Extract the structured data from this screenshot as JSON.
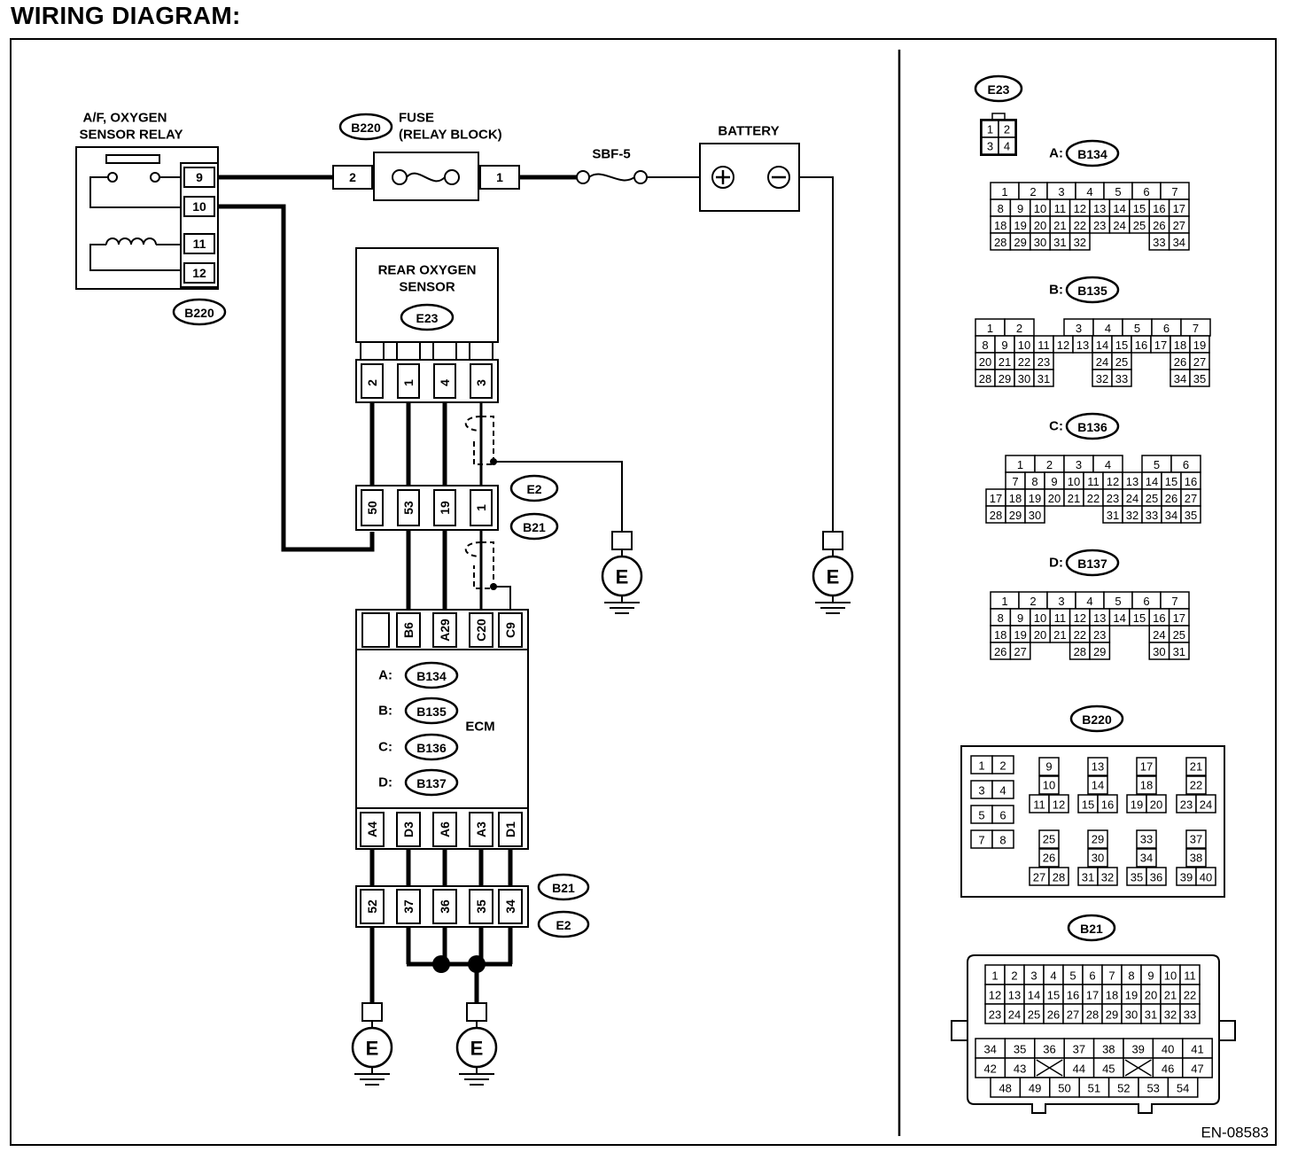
{
  "title": "WIRING DIAGRAM:",
  "figure_id": "EN-08583",
  "ground_label": "E",
  "relay": {
    "title_line1": "A/F, OXYGEN",
    "title_line2": "SENSOR RELAY",
    "connector": "B220",
    "pins": [
      "9",
      "10",
      "11",
      "12"
    ]
  },
  "fuse": {
    "connector": "B220",
    "title_line1": "FUSE",
    "title_line2": "(RELAY BLOCK)",
    "pin_left": "2",
    "pin_right": "1"
  },
  "sbf": "SBF-5",
  "battery": {
    "label": "BATTERY",
    "plus": "+",
    "minus": "−"
  },
  "sensor": {
    "title_line1": "REAR OXYGEN",
    "title_line2": "SENSOR",
    "connector": "E23",
    "pins": [
      "2",
      "1",
      "4",
      "3"
    ]
  },
  "mid_connector": {
    "pins": [
      "50",
      "53",
      "19",
      "1"
    ],
    "refs": [
      "E2",
      "B21"
    ]
  },
  "ecm": {
    "label": "ECM",
    "top_pins": [
      "B6",
      "A29",
      "C20",
      "C9"
    ],
    "bottom_pins": [
      "A4",
      "D3",
      "A6",
      "A3",
      "D1"
    ],
    "connectors": [
      {
        "letter": "A:",
        "ref": "B134"
      },
      {
        "letter": "B:",
        "ref": "B135"
      },
      {
        "letter": "C:",
        "ref": "B136"
      },
      {
        "letter": "D:",
        "ref": "B137"
      }
    ]
  },
  "bottom_connector": {
    "pins": [
      "52",
      "37",
      "36",
      "35",
      "34"
    ],
    "refs": [
      "B21",
      "E2"
    ]
  },
  "connector_views": {
    "e23": {
      "ref": "E23",
      "rows": [
        [
          "1",
          "2"
        ],
        [
          "3",
          "4"
        ]
      ]
    },
    "b134": {
      "letter": "A:",
      "ref": "B134",
      "rows": [
        [
          "1",
          "2",
          "3",
          "4",
          "5",
          "6",
          "7"
        ],
        [
          "8",
          "9",
          "10",
          "11",
          "12",
          "13",
          "14",
          "15",
          "16",
          "17"
        ],
        [
          "18",
          "19",
          "20",
          "21",
          "22",
          "23",
          "24",
          "25",
          "26",
          "27"
        ],
        [
          "28",
          "29",
          "30",
          "31",
          "32",
          "33",
          "34"
        ]
      ]
    },
    "b135": {
      "letter": "B:",
      "ref": "B135",
      "rows": [
        [
          "1",
          "2",
          "3",
          "4",
          "5",
          "6",
          "7"
        ],
        [
          "8",
          "9",
          "10",
          "11",
          "12",
          "13",
          "14",
          "15",
          "16",
          "17",
          "18",
          "19"
        ],
        [
          "20",
          "21",
          "22",
          "23",
          "24",
          "25",
          "26",
          "27"
        ],
        [
          "28",
          "29",
          "30",
          "31",
          "32",
          "33",
          "34",
          "35"
        ]
      ]
    },
    "b136": {
      "letter": "C:",
      "ref": "B136",
      "rows": [
        [
          "1",
          "2",
          "3",
          "4",
          "5",
          "6"
        ],
        [
          "7",
          "8",
          "9",
          "10",
          "11",
          "12",
          "13",
          "14",
          "15",
          "16"
        ],
        [
          "17",
          "18",
          "19",
          "20",
          "21",
          "22",
          "23",
          "24",
          "25",
          "26",
          "27"
        ],
        [
          "28",
          "29",
          "30",
          "31",
          "32",
          "33",
          "34",
          "35"
        ]
      ]
    },
    "b137": {
      "letter": "D:",
      "ref": "B137",
      "rows": [
        [
          "1",
          "2",
          "3",
          "4",
          "5",
          "6",
          "7"
        ],
        [
          "8",
          "9",
          "10",
          "11",
          "12",
          "13",
          "14",
          "15",
          "16",
          "17"
        ],
        [
          "18",
          "19",
          "20",
          "21",
          "22",
          "23",
          "24",
          "25"
        ],
        [
          "26",
          "27",
          "28",
          "29",
          "30",
          "31"
        ]
      ]
    },
    "b220": {
      "ref": "B220",
      "pins": [
        "1",
        "2",
        "3",
        "4",
        "5",
        "6",
        "7",
        "8",
        "9",
        "10",
        "11",
        "12",
        "13",
        "14",
        "15",
        "16",
        "17",
        "18",
        "19",
        "20",
        "21",
        "22",
        "23",
        "24",
        "25",
        "26",
        "27",
        "28",
        "29",
        "30",
        "31",
        "32",
        "33",
        "34",
        "35",
        "36",
        "37",
        "38",
        "39",
        "40"
      ]
    },
    "b21": {
      "ref": "B21",
      "rows": [
        [
          "1",
          "2",
          "3",
          "4",
          "5",
          "6",
          "7",
          "8",
          "9",
          "10",
          "11"
        ],
        [
          "12",
          "13",
          "14",
          "15",
          "16",
          "17",
          "18",
          "19",
          "20",
          "21",
          "22"
        ],
        [
          "23",
          "24",
          "25",
          "26",
          "27",
          "28",
          "29",
          "30",
          "31",
          "32",
          "33"
        ],
        [
          "34",
          "35",
          "36",
          "37",
          "38",
          "39",
          "40",
          "41"
        ],
        [
          "42",
          "43",
          "",
          "44",
          "45",
          "",
          "46",
          "47"
        ],
        [
          "48",
          "49",
          "50",
          "51",
          "52",
          "53",
          "54"
        ]
      ]
    }
  }
}
